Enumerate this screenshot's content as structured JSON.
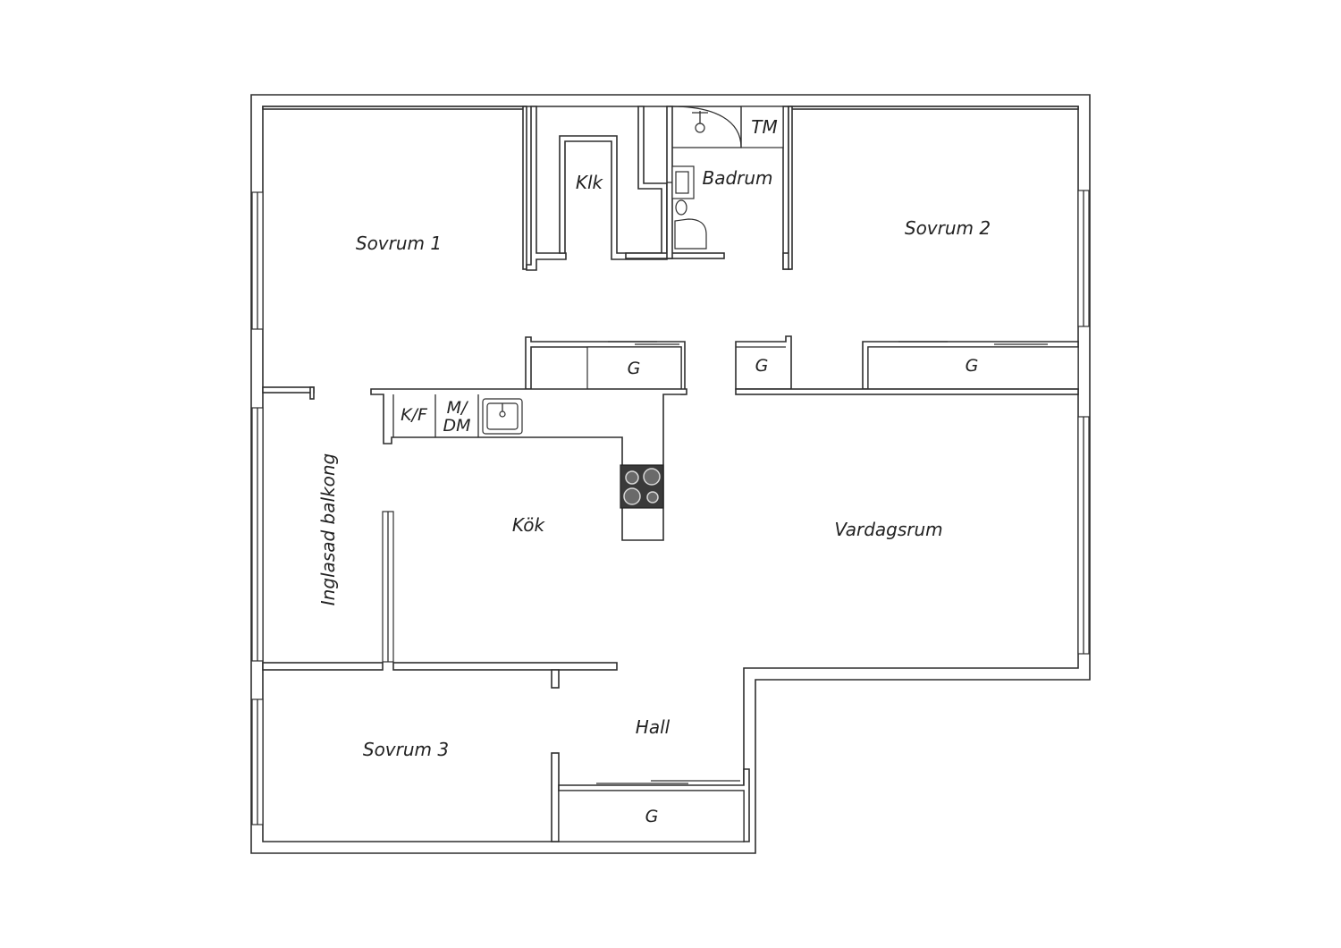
{
  "rooms": {
    "sovrum1": "Sovrum 1",
    "sovrum2": "Sovrum 2",
    "sovrum3": "Sovrum 3",
    "klk": "Klk",
    "badrum": "Badrum",
    "tm": "TM",
    "kok": "Kök",
    "vardagsrum": "Vardagsrum",
    "hall": "Hall",
    "balkong": "Inglasad balkong"
  },
  "fixtures": {
    "garderob": "G",
    "kf": "K/F",
    "mdm_line1": "M/",
    "mdm_line2": "DM"
  },
  "colors": {
    "line": "#2e2e2e",
    "background": "#ffffff",
    "stove": "#3a3a3a"
  }
}
